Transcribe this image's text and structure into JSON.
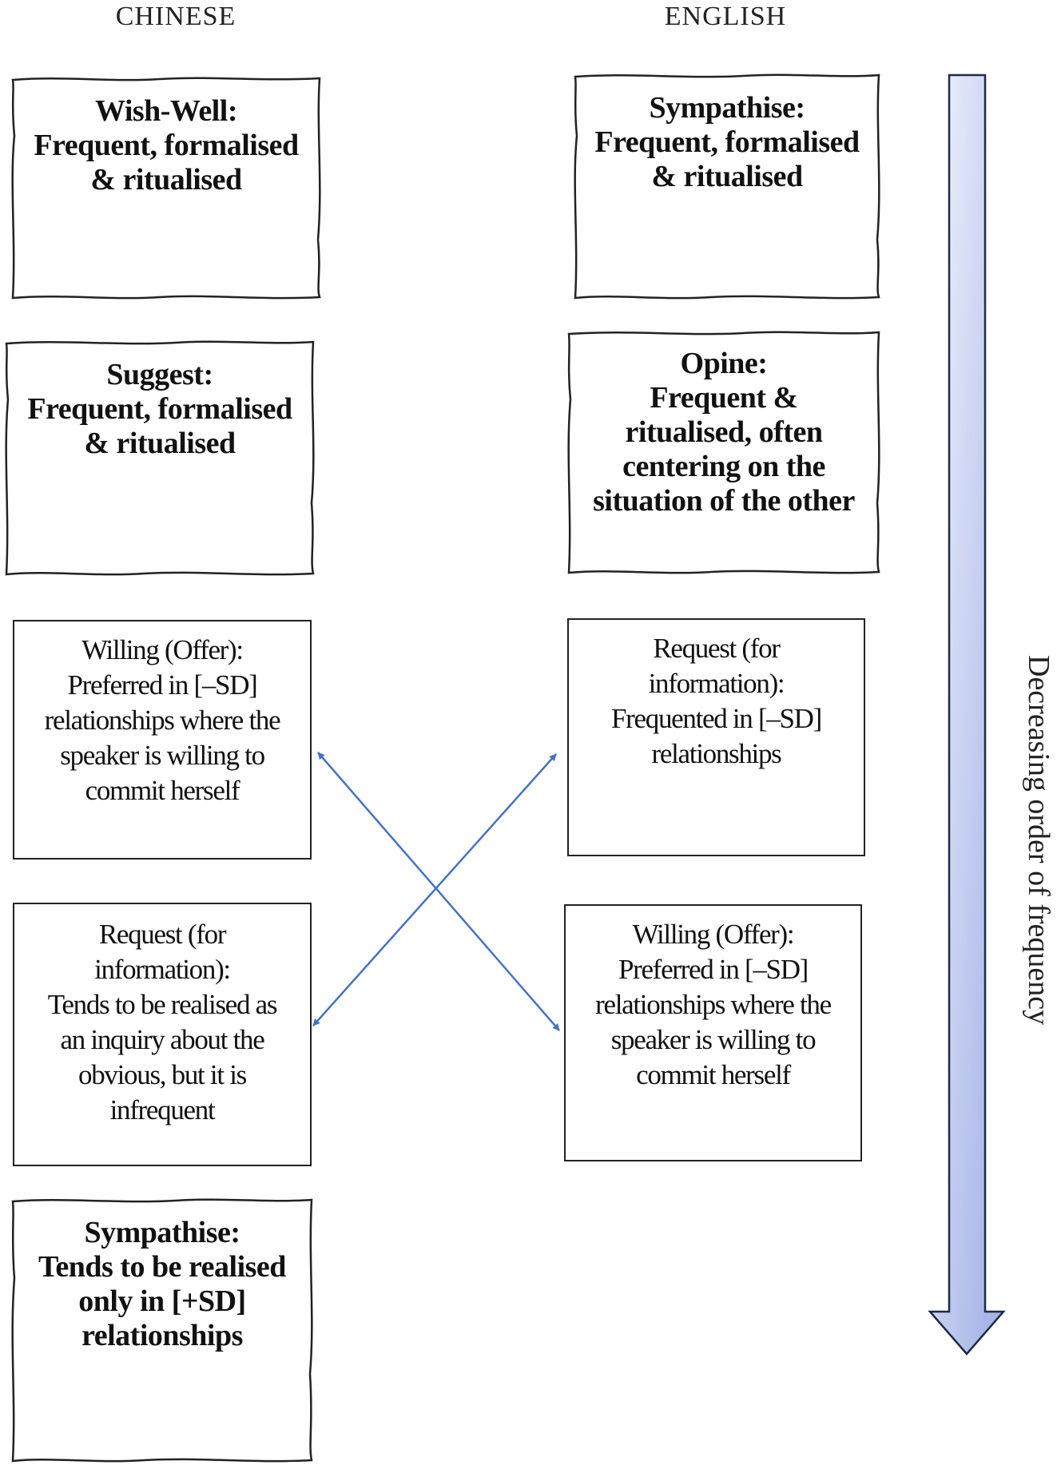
{
  "headings": {
    "left": "CHINESE",
    "right": "ENGLISH"
  },
  "chinese_boxes": [
    {
      "style": "bold",
      "lines": [
        "Wish-Well:",
        "Frequent, formalised",
        "& ritualised"
      ]
    },
    {
      "style": "bold",
      "lines": [
        "Suggest:",
        "Frequent, formalised",
        "& ritualised"
      ]
    },
    {
      "style": "plain",
      "lines": [
        "Willing (Offer):",
        "Preferred in [–SD]",
        "relationships where the",
        "speaker is willing to",
        "commit herself"
      ]
    },
    {
      "style": "plain",
      "lines": [
        "Request (for",
        "information):",
        "Tends to be realised as",
        "an inquiry about the",
        "obvious, but it is",
        "infrequent"
      ]
    },
    {
      "style": "bold",
      "lines": [
        "Sympathise:",
        "Tends to be realised",
        "only in [+SD]",
        "relationships"
      ]
    }
  ],
  "english_boxes": [
    {
      "style": "bold",
      "lines": [
        "Sympathise:",
        "Frequent, formalised",
        "& ritualised"
      ]
    },
    {
      "style": "bold",
      "lines": [
        "Opine:",
        "Frequent &",
        "ritualised, often",
        "centering on the",
        "situation of the other"
      ]
    },
    {
      "style": "plain",
      "lines": [
        "Request (for",
        "information):",
        "Frequented in [–SD]",
        "relationships"
      ]
    },
    {
      "style": "plain",
      "lines": [
        "Willing (Offer):",
        "Preferred in [–SD]",
        "relationships where the",
        "speaker is willing to",
        "commit herself"
      ]
    }
  ],
  "frequency_label": "Decreasing order of frequency",
  "colors": {
    "cross_arrow": "#4472c4",
    "frequency_arrow_light": "#f2f4fd",
    "frequency_arrow_dark": "#9eaee6",
    "outline": "#222222"
  }
}
